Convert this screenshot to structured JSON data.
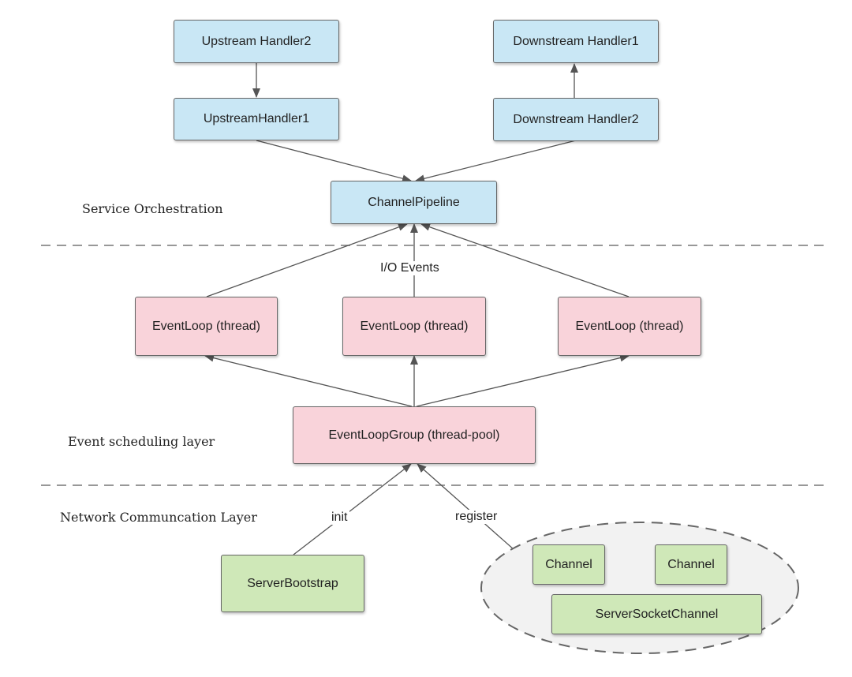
{
  "diagram": {
    "layers": {
      "service": "Service Orchestration",
      "event": "Event scheduling layer",
      "network": "Network Communcation Layer"
    },
    "nodes": {
      "upstream_handler2": "Upstream Handler2",
      "upstream_handler1": "UpstreamHandler1",
      "downstream_handler1": "Downstream Handler1",
      "downstream_handler2": "Downstream Handler2",
      "channel_pipeline": "ChannelPipeline",
      "event_loop_left": "EventLoop (thread)",
      "event_loop_center": "EventLoop (thread)",
      "event_loop_right": "EventLoop (thread)",
      "event_loop_group": "EventLoopGroup (thread-pool)",
      "server_bootstrap": "ServerBootstrap",
      "channel_left": "Channel",
      "channel_right": "Channel",
      "server_socket_channel": "ServerSocketChannel"
    },
    "edge_labels": {
      "io_events": "I/O Events",
      "init": "init",
      "register": "register"
    },
    "colors": {
      "blue_fill": "#c9e7f5",
      "pink_fill": "#f9d3da",
      "green_fill": "#cfe8b8",
      "stroke": "#666666"
    }
  }
}
